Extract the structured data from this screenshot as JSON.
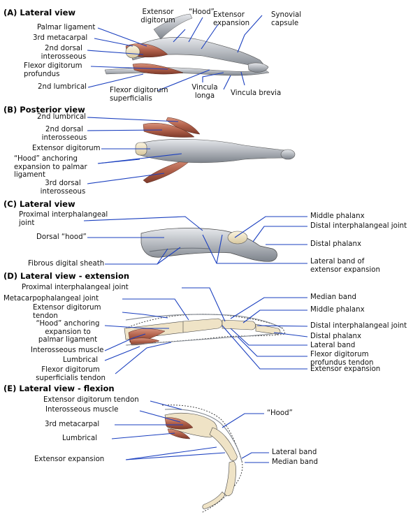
{
  "panels": {
    "a": {
      "title": "(A) Lateral view"
    },
    "b": {
      "title": "(B) Posterior view"
    },
    "c": {
      "title": "(C) Lateral view"
    },
    "d": {
      "title": "(D) Lateral view - extension"
    },
    "e": {
      "title": "(E) Lateral view - flexion"
    }
  },
  "labels": {
    "a": {
      "palmar_ligament": "Palmar ligament",
      "third_metacarpal": "3rd metacarpal",
      "second_dorsal_interosseous_1": "2nd dorsal",
      "second_dorsal_interosseous_2": "interosseous",
      "fdp_1": "Flexor digitorum",
      "fdp_2": "profundus",
      "second_lumbrical": "2nd lumbrical",
      "extensor_digitorum_1": "Extensor",
      "extensor_digitorum_2": "digitorum",
      "hood": "“Hood”",
      "extensor_expansion_1": "Extensor",
      "extensor_expansion_2": "expansion",
      "synovial_capsule_1": "Synovial",
      "synovial_capsule_2": "capsule",
      "fds_1": "Flexor digitorum",
      "fds_2": "superficialis",
      "vincula_longa_1": "Vincula",
      "vincula_longa_2": "longa",
      "vincula_brevia": "Vincula brevia"
    },
    "b": {
      "second_lumbrical": "2nd lumbrical",
      "second_dorsal_interosseous_1": "2nd dorsal",
      "second_dorsal_interosseous_2": "interosseous",
      "extensor_digitorum": "Extensor digitorum",
      "hood_1": "“Hood” anchoring",
      "hood_2": "expansion to palmar",
      "hood_3": "ligament",
      "third_dorsal_interosseous_1": "3rd dorsal",
      "third_dorsal_interosseous_2": "interosseous"
    },
    "c": {
      "pip_joint_1": "Proximal interphalangeal",
      "pip_joint_2": "joint",
      "dorsal_hood": "Dorsal “hood”",
      "fibrous_sheath": "Fibrous digital sheath",
      "middle_phalanx": "Middle phalanx",
      "dip_joint": "Distal interphalangeal joint",
      "distal_phalanx": "Distal phalanx",
      "lateral_band_1": "Lateral band of",
      "lateral_band_2": "extensor expansion"
    },
    "d": {
      "pip_joint": "Proximal interphalangeal joint",
      "mcp_joint": "Metacarpophalangeal joint",
      "ext_dig_tendon_1": "Extensor digitorum",
      "ext_dig_tendon_2": "tendon",
      "hood_1": "“Hood” anchoring",
      "hood_2": "expansion to",
      "hood_3": "palmar ligament",
      "interosseous": "Interosseous muscle",
      "lumbrical": "Lumbrical",
      "fds_tendon_1": "Flexor digitorum",
      "fds_tendon_2": "superficialis tendon",
      "median_band": "Median band",
      "middle_phalanx": "Middle phalanx",
      "dip_joint": "Distal interphalangeal joint",
      "distal_phalanx": "Distal phalanx",
      "lateral_band": "Lateral band",
      "fdp_tendon_1": "Flexor digitorum",
      "fdp_tendon_2": "profundus tendon",
      "extensor_expansion": "Extensor expansion"
    },
    "e": {
      "ext_dig_tendon": "Extensor digitorum tendon",
      "interosseous": "Interosseous muscle",
      "third_metacarpal": "3rd metacarpal",
      "lumbrical": "Lumbrical",
      "extensor_expansion": "Extensor expansion",
      "hood": "“Hood”",
      "lateral_band": "Lateral band",
      "median_band": "Median band"
    }
  },
  "colors": {
    "leader": "#1a3fbf",
    "muscle": "#b5654f",
    "tendon": "#b9bdc2",
    "bone": "#efe3c6",
    "outline": "#222222"
  }
}
